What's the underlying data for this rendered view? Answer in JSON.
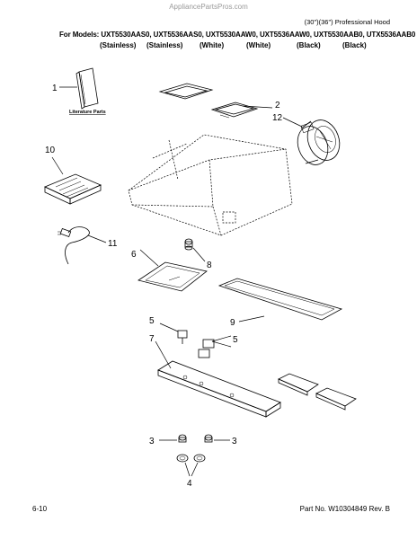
{
  "watermark": "AppliancePartsPros.com",
  "hood_type": "(30\")(36\") Professional Hood",
  "models_line": "For Models: UXT5530AAS0, UXT5536AAS0, UXT5530AAW0, UXT5536AAW0, UXT5530AAB0, UTX5536AAB0",
  "finishes": [
    "(Stainless)",
    "(Stainless)",
    "(White)",
    "(White)",
    "(Black)",
    "(Black)"
  ],
  "literature_label": "Literature Parts",
  "callouts": {
    "c1": "1",
    "c2": "2",
    "c12": "12",
    "c10": "10",
    "c11": "11",
    "c6": "6",
    "c8": "8",
    "c9": "9",
    "c5a": "5",
    "c5b": "5",
    "c7": "7",
    "c3a": "3",
    "c3b": "3",
    "c4": "4"
  },
  "footer": {
    "page": "6-10",
    "part_no": "Part No. W10304849 Rev. B"
  }
}
